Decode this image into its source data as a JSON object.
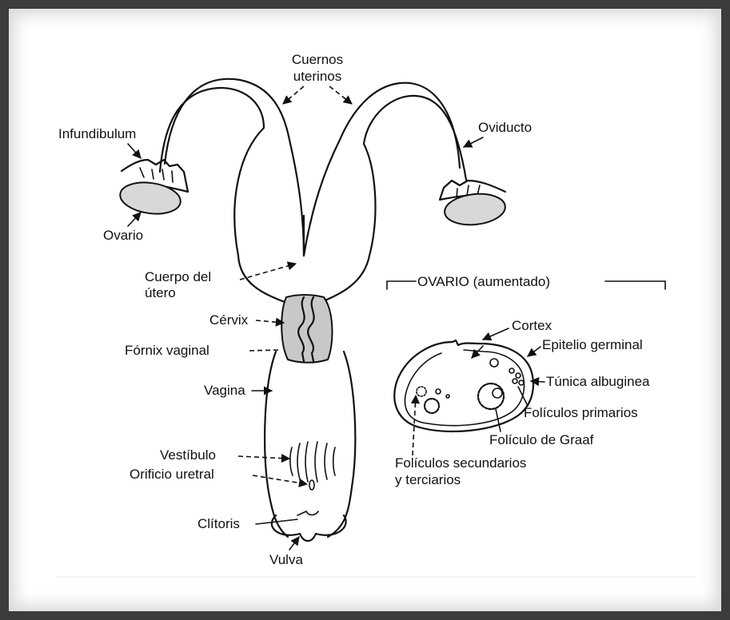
{
  "labels": {
    "cuernos": "Cuernos",
    "uterinos": "uterinos",
    "infundibulum": "Infundibulum",
    "oviducto": "Oviducto",
    "ovario": "Ovario",
    "cuerpo_l1": "Cuerpo del",
    "cuerpo_l2": "útero",
    "cervix": "Cérvix",
    "fornix": "Fórnix vaginal",
    "vagina": "Vagina",
    "vestibulo": "Vestíbulo",
    "orificio": "Orificio uretral",
    "clitoris": "Clítoris",
    "vulva": "Vulva"
  },
  "inset": {
    "title": "OVARIO (aumentado)",
    "cortex": "Cortex",
    "epitelio": "Epitelio germinal",
    "tunica": "Túnica albuginea",
    "primarios": "Folículos primarios",
    "graaf": "Folículo de Graaf",
    "secundarios_l1": "Folículos secundarios",
    "secundarios_l2": "y terciarios"
  }
}
